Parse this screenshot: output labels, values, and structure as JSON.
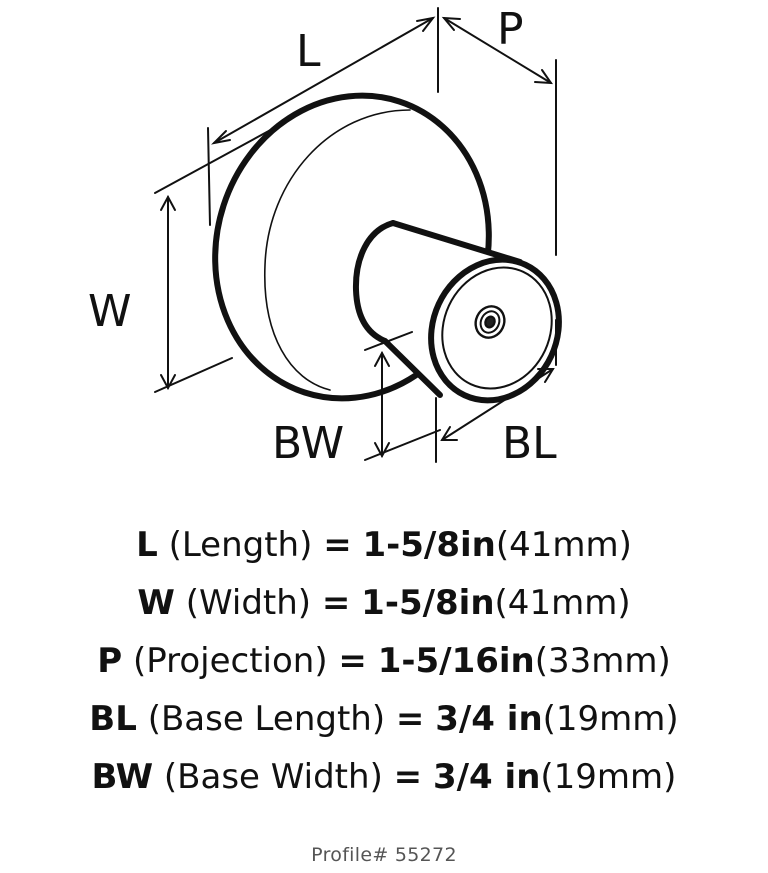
{
  "dimension_labels": {
    "L": "L",
    "P": "P",
    "W": "W",
    "BW": "BW",
    "BL": "BL"
  },
  "specs": [
    {
      "code": "L",
      "name": "(Length)",
      "eq": "=",
      "imperial": "1-5/8in",
      "metric": "(41mm)"
    },
    {
      "code": "W",
      "name": "(Width)",
      "eq": "=",
      "imperial": "1-5/8in",
      "metric": "(41mm)"
    },
    {
      "code": "P",
      "name": "(Projection)",
      "eq": "=",
      "imperial": "1-5/16in",
      "metric": "(33mm)"
    },
    {
      "code": "BL",
      "name": "(Base Length)",
      "eq": "=",
      "imperial": "3/4 in",
      "metric": "(19mm)"
    },
    {
      "code": "BW",
      "name": "(Base Width)",
      "eq": "=",
      "imperial": "3/4 in",
      "metric": "(19mm)"
    }
  ],
  "profile": "Profile# 55272",
  "colors": {
    "line": "#111111",
    "text": "#111111",
    "profile_text": "#555555",
    "background": "#ffffff"
  }
}
